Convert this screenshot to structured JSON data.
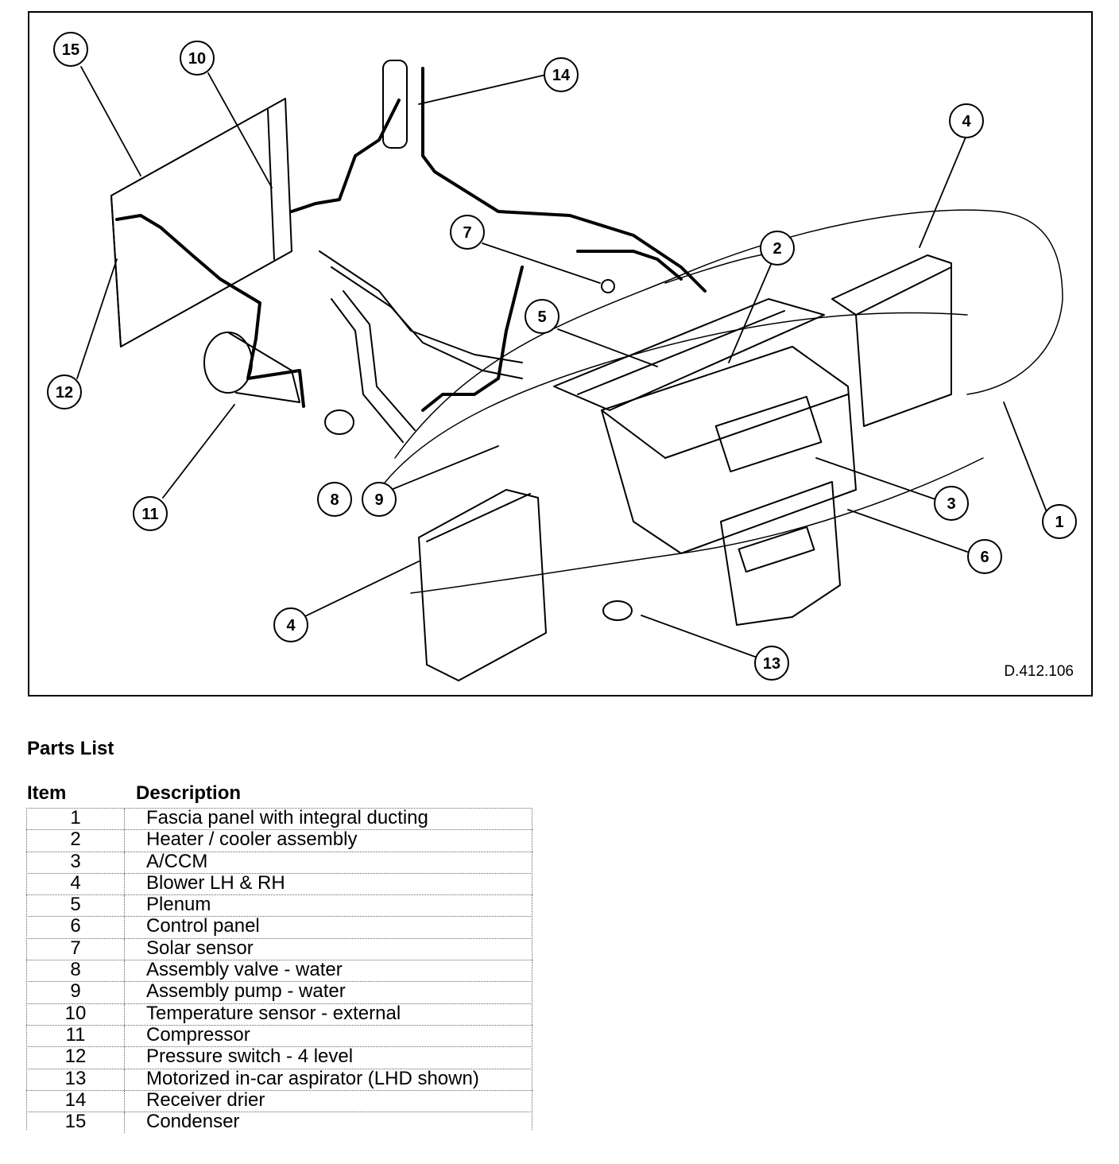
{
  "figure": {
    "reference": "D.412.106",
    "callouts": [
      "15",
      "10",
      "14",
      "4",
      "7",
      "2",
      "5",
      "12",
      "11",
      "8",
      "9",
      "3",
      "1",
      "6",
      "4",
      "13"
    ]
  },
  "parts_list": {
    "title": "Parts List",
    "headers": {
      "item": "Item",
      "description": "Description"
    },
    "rows": [
      {
        "item": "1",
        "description": "Fascia panel with integral ducting"
      },
      {
        "item": "2",
        "description": "Heater / cooler assembly"
      },
      {
        "item": "3",
        "description": "A/CCM"
      },
      {
        "item": "4",
        "description": "Blower LH & RH"
      },
      {
        "item": "5",
        "description": "Plenum"
      },
      {
        "item": "6",
        "description": "Control panel"
      },
      {
        "item": "7",
        "description": "Solar sensor"
      },
      {
        "item": "8",
        "description": "Assembly valve - water"
      },
      {
        "item": "9",
        "description": "Assembly pump - water"
      },
      {
        "item": "10",
        "description": "Temperature sensor - external"
      },
      {
        "item": "11",
        "description": "Compressor"
      },
      {
        "item": "12",
        "description": "Pressure switch - 4 level"
      },
      {
        "item": "13",
        "description": "Motorized in-car aspirator (LHD shown)"
      },
      {
        "item": "14",
        "description": "Receiver drier"
      },
      {
        "item": "15",
        "description": "Condenser"
      }
    ]
  }
}
